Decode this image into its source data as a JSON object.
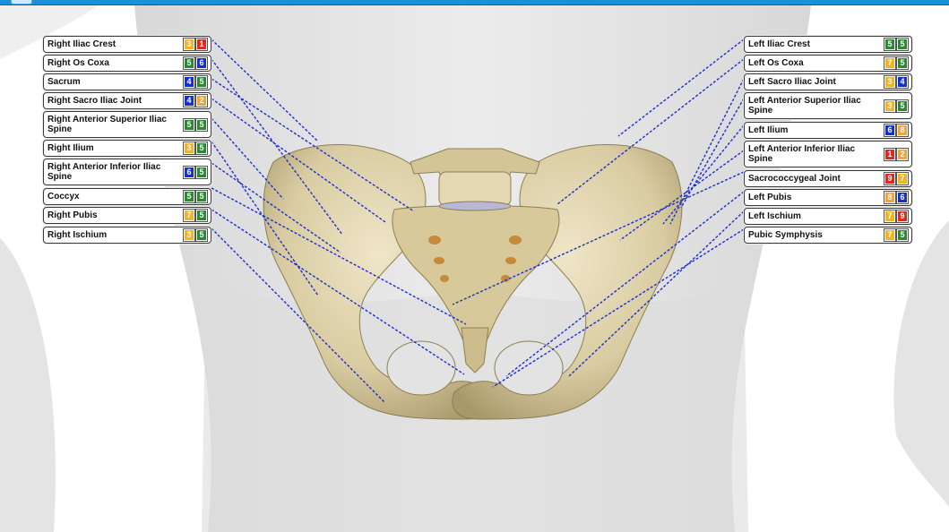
{
  "colors": {
    "topbar": "#1d8fd6",
    "leader_line": "#1a2fd0",
    "badge_yellow": "#f0b429",
    "badge_orange": "#f2a33a",
    "badge_red": "#d92b20",
    "badge_green": "#2a8a32",
    "badge_blue": "#1730c9"
  },
  "right_labels": [
    {
      "text": "Right Iliac Crest",
      "badges": [
        {
          "v": "3",
          "c": "yellow"
        },
        {
          "v": "1",
          "c": "red"
        }
      ]
    },
    {
      "text": "Right Os Coxa",
      "badges": [
        {
          "v": "5",
          "c": "green"
        },
        {
          "v": "6",
          "c": "blue"
        }
      ]
    },
    {
      "text": "Sacrum",
      "badges": [
        {
          "v": "4",
          "c": "blue"
        },
        {
          "v": "5",
          "c": "green"
        }
      ]
    },
    {
      "text": "Right Sacro Iliac Joint",
      "badges": [
        {
          "v": "4",
          "c": "blue"
        },
        {
          "v": "2",
          "c": "orange"
        }
      ]
    },
    {
      "text": "Right Anterior Superior Iliac Spine",
      "badges": [
        {
          "v": "5",
          "c": "green"
        },
        {
          "v": "5",
          "c": "green"
        }
      ]
    },
    {
      "text": "Right Ilium",
      "badges": [
        {
          "v": "3",
          "c": "yellow"
        },
        {
          "v": "5",
          "c": "green"
        }
      ]
    },
    {
      "text": "Right Anterior Inferior Iliac Spine",
      "badges": [
        {
          "v": "6",
          "c": "blue"
        },
        {
          "v": "5",
          "c": "green"
        }
      ]
    },
    {
      "text": "Coccyx",
      "badges": [
        {
          "v": "5",
          "c": "green"
        },
        {
          "v": "5",
          "c": "green"
        }
      ]
    },
    {
      "text": "Right Pubis",
      "badges": [
        {
          "v": "7",
          "c": "yellow"
        },
        {
          "v": "5",
          "c": "green"
        }
      ]
    },
    {
      "text": "Right Ischium",
      "badges": [
        {
          "v": "3",
          "c": "yellow"
        },
        {
          "v": "5",
          "c": "green"
        }
      ]
    }
  ],
  "left_labels": [
    {
      "text": "Left Iliac Crest",
      "badges": [
        {
          "v": "5",
          "c": "green"
        },
        {
          "v": "5",
          "c": "green"
        }
      ]
    },
    {
      "text": "Left Os Coxa",
      "badges": [
        {
          "v": "7",
          "c": "yellow"
        },
        {
          "v": "5",
          "c": "green"
        }
      ]
    },
    {
      "text": "Left Sacro Iliac Joint",
      "badges": [
        {
          "v": "3",
          "c": "yellow"
        },
        {
          "v": "4",
          "c": "blue"
        }
      ]
    },
    {
      "text": "Left Anterior Superior Iliac Spine",
      "badges": [
        {
          "v": "3",
          "c": "yellow"
        },
        {
          "v": "5",
          "c": "green"
        }
      ]
    },
    {
      "text": "Left Ilium",
      "badges": [
        {
          "v": "6",
          "c": "blue"
        },
        {
          "v": "8",
          "c": "orange"
        }
      ]
    },
    {
      "text": "Left Anterior Inferior Iliac Spine",
      "badges": [
        {
          "v": "1",
          "c": "red"
        },
        {
          "v": "2",
          "c": "orange"
        }
      ]
    },
    {
      "text": "Sacrococcygeal Joint",
      "badges": [
        {
          "v": "9",
          "c": "red"
        },
        {
          "v": "7",
          "c": "yellow"
        }
      ]
    },
    {
      "text": "Left Pubis",
      "badges": [
        {
          "v": "8",
          "c": "orange"
        },
        {
          "v": "6",
          "c": "blue"
        }
      ]
    },
    {
      "text": "Left Ischium",
      "badges": [
        {
          "v": "7",
          "c": "yellow"
        },
        {
          "v": "9",
          "c": "red"
        }
      ]
    },
    {
      "text": "Pubic Symphysis",
      "badges": [
        {
          "v": "7",
          "c": "yellow"
        },
        {
          "v": "5",
          "c": "green"
        }
      ]
    }
  ]
}
